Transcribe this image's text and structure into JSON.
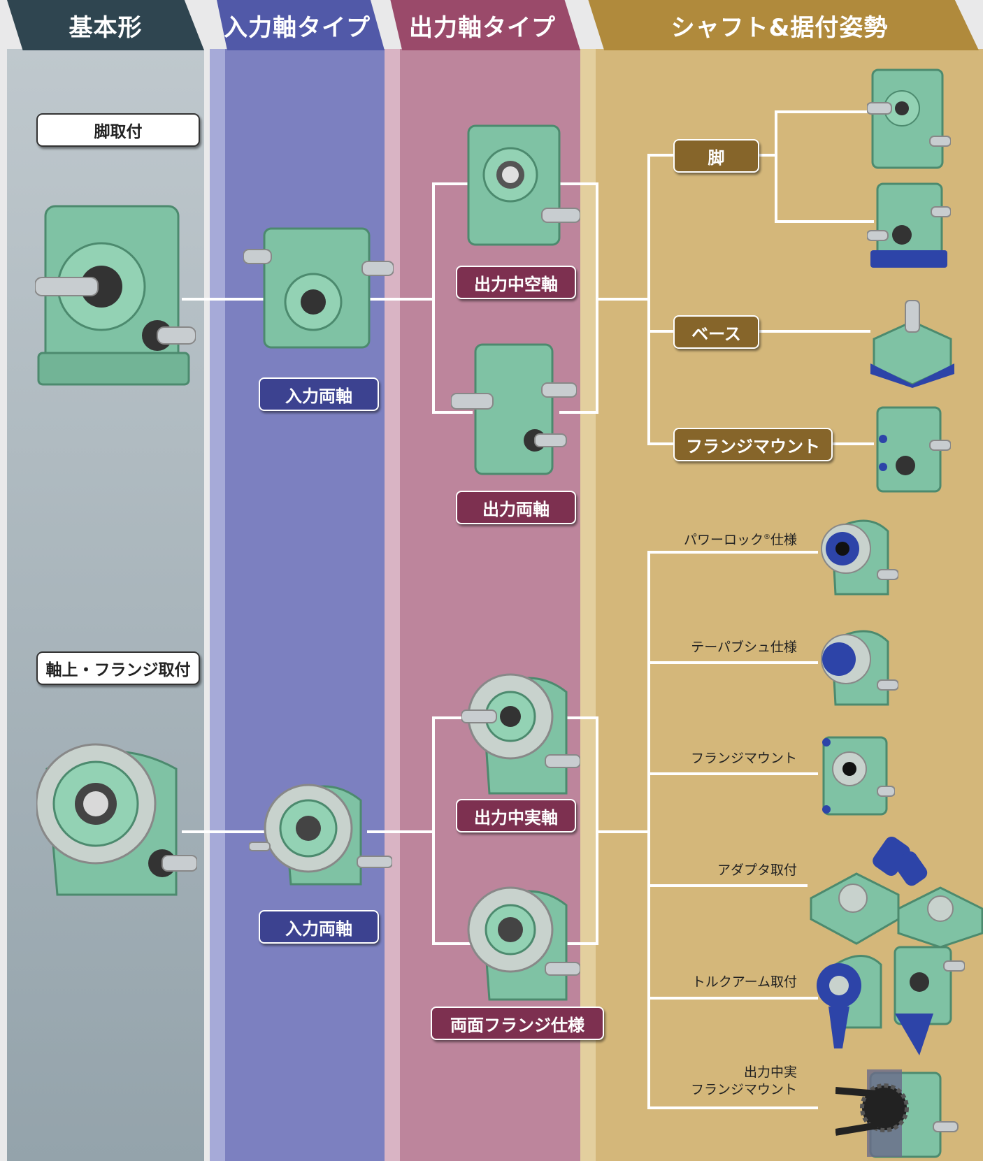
{
  "colors": {
    "basic": "#2f4550",
    "input": "#5159a8",
    "output": "#9a4a6a",
    "shaft": "#b08a3c",
    "gear_green": "#7fc2a4",
    "blue_part": "#2d44a8"
  },
  "columns": {
    "basic": {
      "title": "基本形"
    },
    "input": {
      "title": "入力軸タイプ"
    },
    "output": {
      "title": "出力軸タイプ"
    },
    "shaft": {
      "title": "シャフト&据付姿勢"
    }
  },
  "basic_labels": {
    "foot": "脚取付",
    "flange": "軸上・フランジ取付"
  },
  "input_labels": {
    "top": "入力両軸",
    "bottom": "入力両軸"
  },
  "output_labels": {
    "hollow": "出力中空軸",
    "double1": "出力両軸",
    "solid": "出力中実軸",
    "double_flange": "両面フランジ仕様"
  },
  "mount_labels": {
    "foot": "脚",
    "base": "ベース",
    "flange_mount": "フランジマウント"
  },
  "spec_labels": {
    "power_lock": "パワーロック",
    "power_lock_suffix": "®",
    "power_lock_tail": "仕様",
    "taper_bush": "テーパブシュ仕様",
    "flange_mount": "フランジマウント",
    "adapter": "アダプタ取付",
    "torque_arm": "トルクアーム取付",
    "solid_flange_1": "出力中実",
    "solid_flange_2": "フランジマウント"
  }
}
